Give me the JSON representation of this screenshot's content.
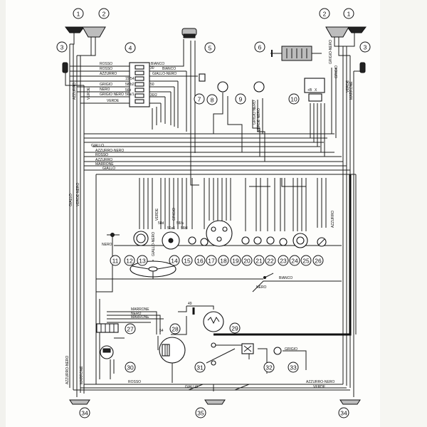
{
  "callouts": [
    {
      "id": "c1l",
      "label": "1"
    },
    {
      "id": "c2l",
      "label": "2"
    },
    {
      "id": "c3l",
      "label": "3"
    },
    {
      "id": "c4",
      "label": "4"
    },
    {
      "id": "c5",
      "label": "5"
    },
    {
      "id": "c6",
      "label": "6"
    },
    {
      "id": "c2r",
      "label": "2"
    },
    {
      "id": "c1r",
      "label": "1"
    },
    {
      "id": "c3r",
      "label": "3"
    },
    {
      "id": "c7",
      "label": "7"
    },
    {
      "id": "c8",
      "label": "8"
    },
    {
      "id": "c9",
      "label": "9"
    },
    {
      "id": "c10",
      "label": "10"
    },
    {
      "id": "c11",
      "label": "11"
    },
    {
      "id": "c12",
      "label": "12"
    },
    {
      "id": "c13",
      "label": "13"
    },
    {
      "id": "c14",
      "label": "14"
    },
    {
      "id": "c15",
      "label": "15"
    },
    {
      "id": "c16",
      "label": "16"
    },
    {
      "id": "c17",
      "label": "17"
    },
    {
      "id": "c18",
      "label": "18"
    },
    {
      "id": "c19",
      "label": "19"
    },
    {
      "id": "c20",
      "label": "20"
    },
    {
      "id": "c21",
      "label": "21"
    },
    {
      "id": "c22",
      "label": "22"
    },
    {
      "id": "c23",
      "label": "23"
    },
    {
      "id": "c24",
      "label": "24"
    },
    {
      "id": "c25",
      "label": "25"
    },
    {
      "id": "c26",
      "label": "26"
    },
    {
      "id": "c27",
      "label": "27"
    },
    {
      "id": "c28",
      "label": "28"
    },
    {
      "id": "c29",
      "label": "29"
    },
    {
      "id": "c30",
      "label": "30"
    },
    {
      "id": "c31",
      "label": "31"
    },
    {
      "id": "c32",
      "label": "32"
    },
    {
      "id": "c33",
      "label": "33"
    },
    {
      "id": "c34l",
      "label": "34"
    },
    {
      "id": "c35",
      "label": "35"
    },
    {
      "id": "c34r",
      "label": "34"
    }
  ],
  "wire_labels": {
    "rosso_top": "ROSSO",
    "rosso_2": "ROSSO",
    "azzurro_nero": "AZZURRO",
    "giallo_nero": "GIALLO-NERO",
    "grigio_nero": "GRIGIO",
    "nero": "NERO",
    "grigio_nero2": "GRIGIO NERO",
    "verde": "VERDE",
    "bianco_a": "BIANCO",
    "bianco_b": "BIANCO",
    "giallo": "GIALLO",
    "azzurro_nero_2": "AZZURRO-NERO",
    "rosso_3": "ROSSO",
    "azzurro_2": "AZZURRO",
    "marrone_2": "MARRONE",
    "giallo_2": "GIALLO",
    "azzurro_nero_v": "AZZURRO-NERO",
    "giallo_v": "GIALLO",
    "verde_nero_v": "VERDE-NERO",
    "nero_bottom": "NERO",
    "bianco_bottom": "BIANCO",
    "marrone_a": "MARRONE",
    "nero_b": "NERO",
    "marrone_b": "MARRONE",
    "grigio_r": "GRIGIO",
    "rosso_bottom": "ROSSO",
    "azzurro_bottom": "AZZURRO-NERO",
    "giallo_bottom": "GIALLO",
    "verde_bottom": "VERDE",
    "nero_12": "NERO",
    "marrone_left": "MARRONE",
    "azzurro_left": "AZZURRO",
    "verde_left": "VERDE",
    "giallo_nero_12": "GIALLO-NERO",
    "marrone_r": "MARRONE",
    "verde_r": "VERDE",
    "grigio_nero_r": "GRIGIO-NERO",
    "grigio_r2": "GRIGIO",
    "azzurro_r": "AZZURRO",
    "grigio_rot": "GRIGIO",
    "verde_rot": "VERDE",
    "grigio_nero_rot": "GRIGIO NERO",
    "verde_nero_rot": "VERDE NERO"
  },
  "terminal_labels": {
    "t30": "30",
    "t15_54": "15/54",
    "t58": "58/b2",
    "t56b": "56b",
    "t56a": "56a/1",
    "t50": "50",
    "t30_2": "30/2",
    "t58d": "58d",
    "t56ai": "56a1",
    "t58l": "58/a",
    "t56bl": "56bl",
    "t54": "54",
    "tb": "+B",
    "tx": "X",
    "t49": "49"
  }
}
